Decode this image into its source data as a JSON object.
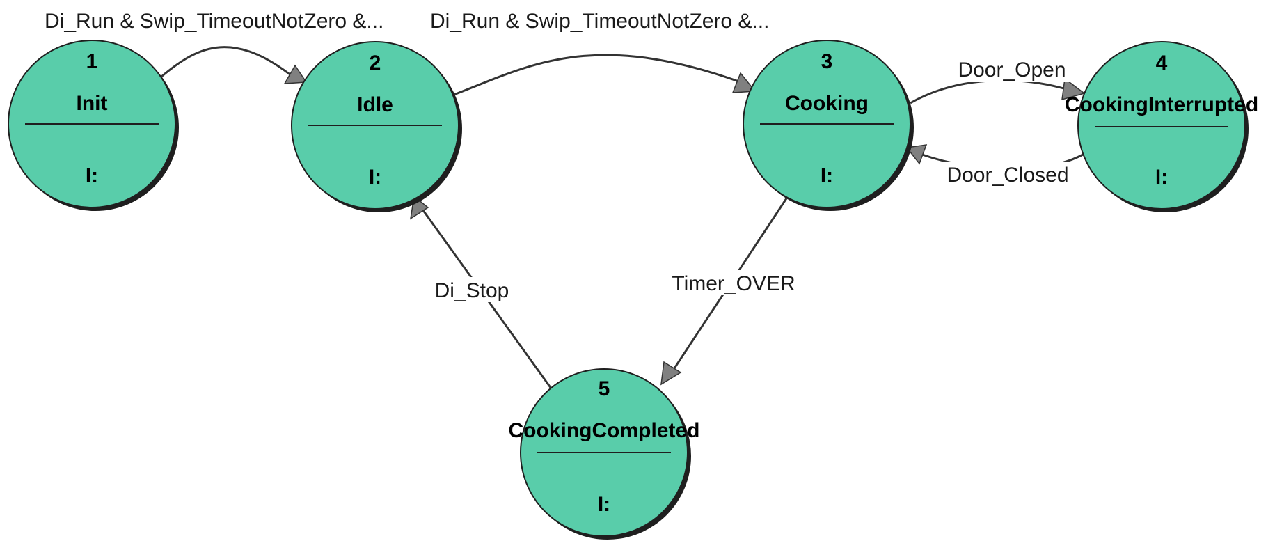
{
  "colors": {
    "state_fill": "#59cdaa",
    "state_outline": "#1f1f1f",
    "state_shadow": "#1f1f1f",
    "divider": "#1f1f1f",
    "edge": "#333333",
    "arrowhead_fill": "#808080",
    "label_background": "#ffffff"
  },
  "states": [
    {
      "number": "1",
      "name": "Init",
      "action": "I:"
    },
    {
      "number": "2",
      "name": "Idle",
      "action": "I:"
    },
    {
      "number": "3",
      "name": "Cooking",
      "action": "I:"
    },
    {
      "number": "4",
      "name": "CookingInterrupted",
      "action": "I:"
    },
    {
      "number": "5",
      "name": "CookingCompleted",
      "action": "I:"
    }
  ],
  "transitions": [
    {
      "from": "1",
      "to": "2",
      "label": "Di_Run & Swip_TimeoutNotZero &..."
    },
    {
      "from": "2",
      "to": "3",
      "label": "Di_Run & Swip_TimeoutNotZero &..."
    },
    {
      "from": "3",
      "to": "4",
      "label": "Door_Open"
    },
    {
      "from": "4",
      "to": "3",
      "label": "Door_Closed"
    },
    {
      "from": "3",
      "to": "5",
      "label": "Timer_OVER"
    },
    {
      "from": "5",
      "to": "2",
      "label": "Di_Stop"
    }
  ]
}
